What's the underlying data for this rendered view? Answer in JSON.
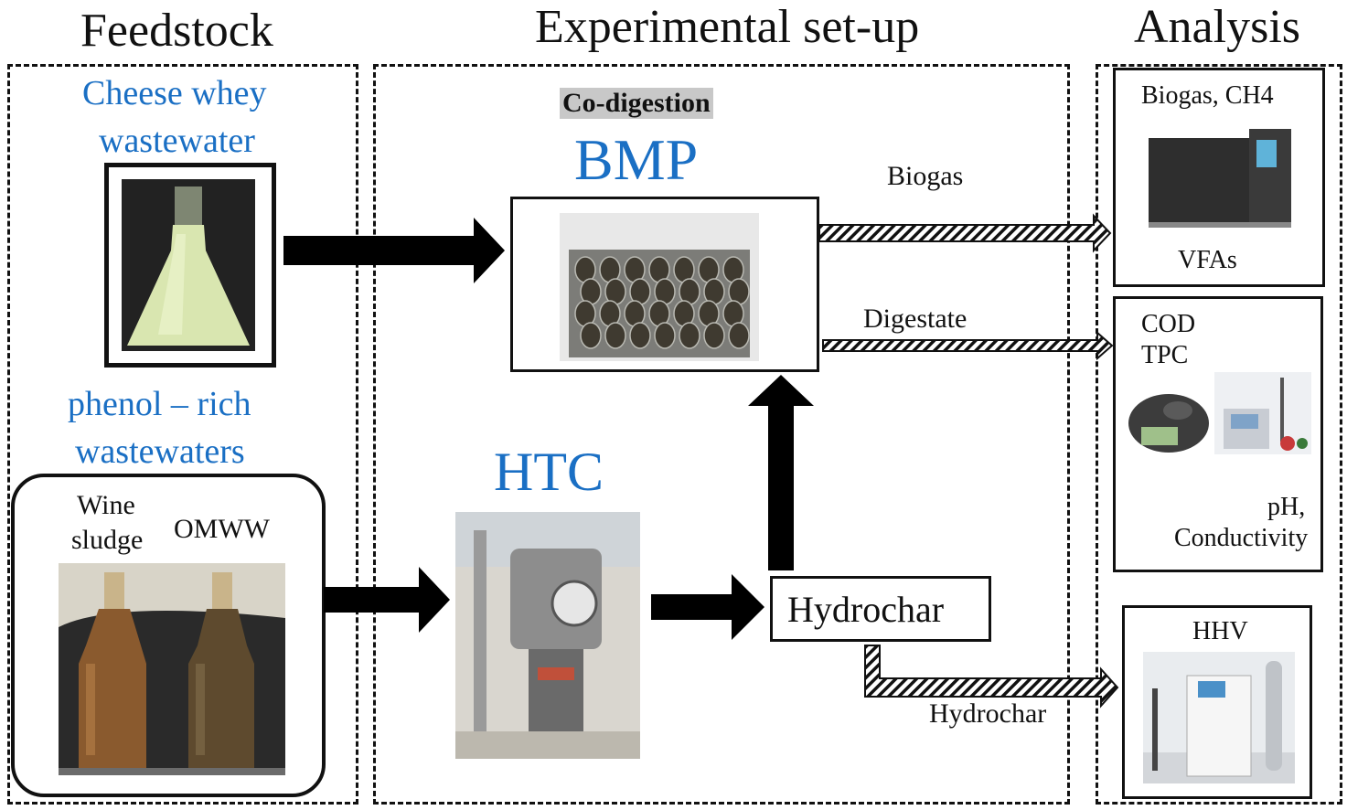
{
  "headers": {
    "feedstock": "Feedstock",
    "setup": "Experimental set-up",
    "analysis": "Analysis"
  },
  "feedstock": {
    "whey_line1": "Cheese whey",
    "whey_line2": "wastewater",
    "phenol_line1": "phenol – rich",
    "phenol_line2": "wastewaters",
    "wine_line1": "Wine",
    "wine_line2": "sludge",
    "omww": "OMWW"
  },
  "setup": {
    "codigestion": "Co-digestion",
    "bmp": "BMP",
    "htc": "HTC",
    "hydrochar_box": "Hydrochar"
  },
  "flows": {
    "biogas": "Biogas",
    "digestate": "Digestate",
    "hydrochar": "Hydrochar"
  },
  "analysis": {
    "box1_top": "Biogas, CH4",
    "box1_bottom": "VFAs",
    "box2_line1": "COD",
    "box2_line2": "TPC",
    "box2_ph": "pH,",
    "box2_cond": "Conductivity",
    "box3": "HHV"
  },
  "colors": {
    "accent_blue": "#1a6fc4",
    "codigestion_bg": "#c8c8c8",
    "whey_liquid": "#d9e6b0",
    "wine_liquid": "#8a5a2e",
    "omww_liquid": "#5e4a2e"
  }
}
